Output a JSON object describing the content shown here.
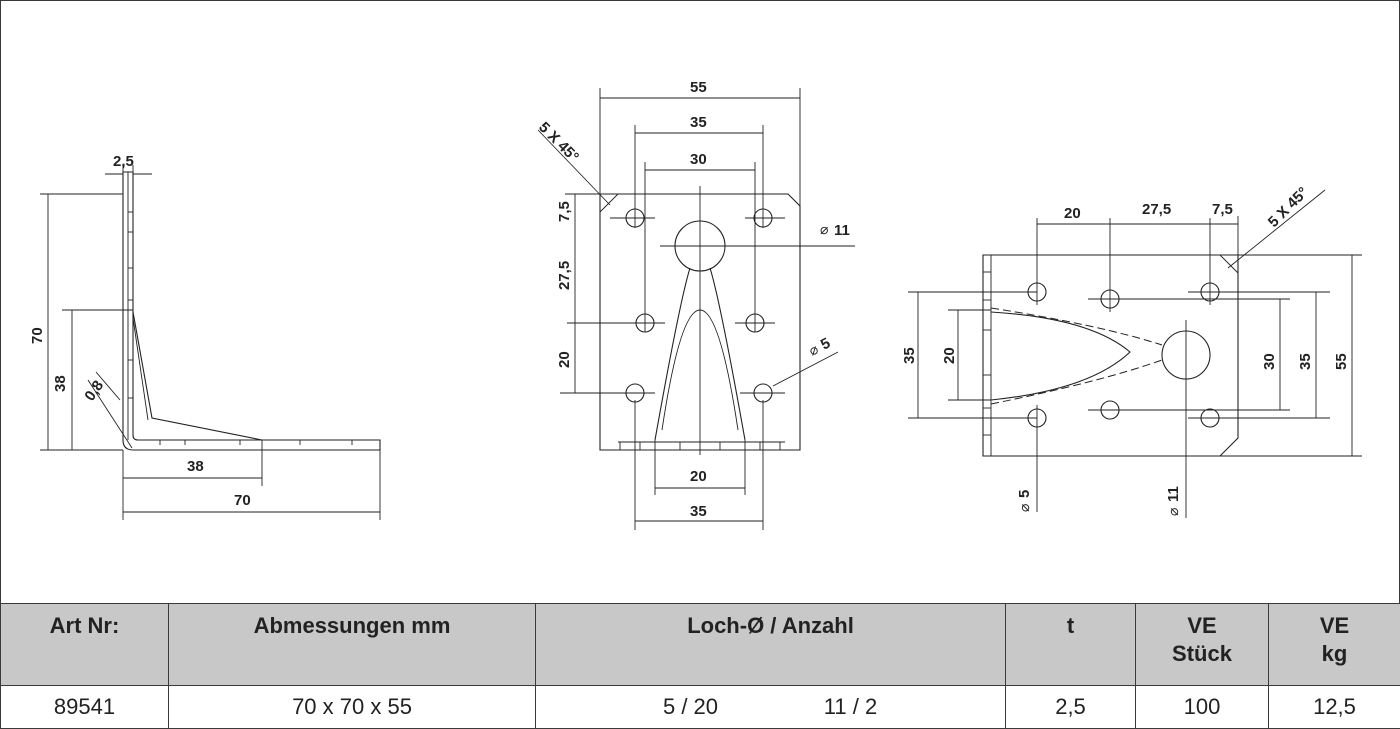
{
  "drawing": {
    "side_view": {
      "dim_top": "2,5",
      "dim_height": "70",
      "dim_inner": "38",
      "dim_thickness": "0,8",
      "dim_bottom_inner": "38",
      "dim_bottom": "70"
    },
    "front_view": {
      "dim_width": "55",
      "dim_holes_outer": "35",
      "dim_holes_inner": "30",
      "chamfer": "5 X 45°",
      "dim_top_offset": "7,5",
      "dim_mid": "27,5",
      "dim_lower": "20",
      "hole_large": "11",
      "hole_small": "5",
      "dim_bottom_inner": "20",
      "dim_bottom_outer": "35"
    },
    "top_view": {
      "dim_a": "20",
      "dim_b": "27,5",
      "dim_c": "7,5",
      "chamfer": "5 X 45°",
      "dim_left_outer": "35",
      "dim_left_inner": "20",
      "dim_right_30": "30",
      "dim_right_35": "35",
      "dim_right_55": "55",
      "hole_small": "5",
      "hole_large": "11"
    },
    "diameter_symbol": "⌀"
  },
  "table": {
    "headers": {
      "art": "Art Nr:",
      "dims": "Abmessungen mm",
      "loch": "Loch-Ø / Anzahl",
      "t": "t",
      "ve_stueck_1": "VE",
      "ve_stueck_2": "Stück",
      "ve_kg_1": "VE",
      "ve_kg_2": "kg"
    },
    "row": {
      "art": "89541",
      "dims": "70 x 70 x 55",
      "loch_1": "5 / 20",
      "loch_2": "11 / 2",
      "t": "2,5",
      "ve_stueck": "100",
      "ve_kg": "12,5"
    }
  }
}
